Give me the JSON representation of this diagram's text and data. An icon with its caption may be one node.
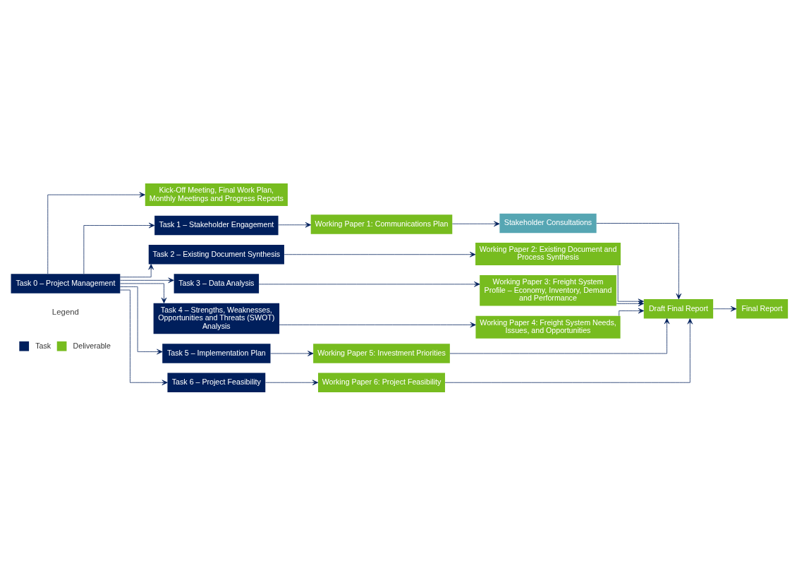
{
  "diagram": {
    "nodes": [
      {
        "text": [
          "Task 0 – Project Management"
        ]
      },
      {
        "text": [
          "Kick-Off Meeting, Final Work Plan, Monthly Meetings and Progress Reports"
        ]
      },
      {
        "text": [
          "Task 1 – Stakeholder Engagement"
        ]
      },
      {
        "text": [
          "Working Paper 1: Communications Plan"
        ]
      },
      {
        "text": [
          "Stakeholder Consultations"
        ]
      },
      {
        "text": [
          "Task 2 – Existing Document Synthesis"
        ]
      },
      {
        "text": [
          "Working Paper 2: Existing Document and Process Synthesis"
        ]
      },
      {
        "text": [
          "Task 3 – Data Analysis"
        ]
      },
      {
        "text": [
          "Working Paper 3: Freight System Profile – Economy, Inventory, Demand and Performance"
        ]
      },
      {
        "text": [
          "Task 4 – Strengths, Weaknesses, Opportunities and Threats (SWOT) Analysis"
        ]
      },
      {
        "text": [
          "Working Paper 4: Freight System Needs, Issues, and Opportunities"
        ]
      },
      {
        "text": [
          "Task 5 – Implementation Plan"
        ]
      },
      {
        "text": [
          "Working Paper 5: Investment Priorities"
        ]
      },
      {
        "text": [
          "Task 6 – Project Feasibility"
        ]
      },
      {
        "text": [
          "Working Paper 6: Project Feasibility"
        ]
      },
      {
        "text": [
          "Draft Final Report"
        ]
      },
      {
        "text": [
          "Final Report"
        ]
      }
    ],
    "edges": [
      {
        "from": 0,
        "to": 1,
        "arrow": "to"
      },
      {
        "from": 0,
        "to": 2,
        "arrow": "to"
      },
      {
        "from": 0,
        "to": 5,
        "arrow": "to"
      },
      {
        "from": 0,
        "to": 7,
        "arrow": "to"
      },
      {
        "from": 0,
        "to": 9,
        "arrow": "to"
      },
      {
        "from": 0,
        "to": 11,
        "arrow": "to"
      },
      {
        "from": 0,
        "to": 13,
        "arrow": "to"
      },
      {
        "from": 2,
        "to": 3,
        "arrow": "to"
      },
      {
        "from": 3,
        "to": 4,
        "arrow": "to"
      },
      {
        "from": 5,
        "to": 6,
        "arrow": "to"
      },
      {
        "from": 7,
        "to": 8,
        "arrow": "to"
      },
      {
        "from": 9,
        "to": 10,
        "arrow": "to"
      },
      {
        "from": 11,
        "to": 12,
        "arrow": "to"
      },
      {
        "from": 13,
        "to": 14,
        "arrow": "to"
      },
      {
        "from": 4,
        "to": 15,
        "arrow": "to"
      },
      {
        "from": 6,
        "to": 15,
        "arrow": "to"
      },
      {
        "from": 8,
        "to": 15,
        "arrow": "to"
      },
      {
        "from": 10,
        "to": 15,
        "arrow": "to"
      },
      {
        "from": 12,
        "to": 15,
        "arrow": "to"
      },
      {
        "from": 14,
        "to": 15,
        "arrow": "to"
      },
      {
        "from": 15,
        "to": 16,
        "arrow": "to"
      }
    ],
    "labels": [
      "Legend"
    ],
    "legend": [
      {
        "text": "Task",
        "color": "#001f5c"
      },
      {
        "text": "Deliverable",
        "color": "#77bc1f"
      }
    ]
  }
}
